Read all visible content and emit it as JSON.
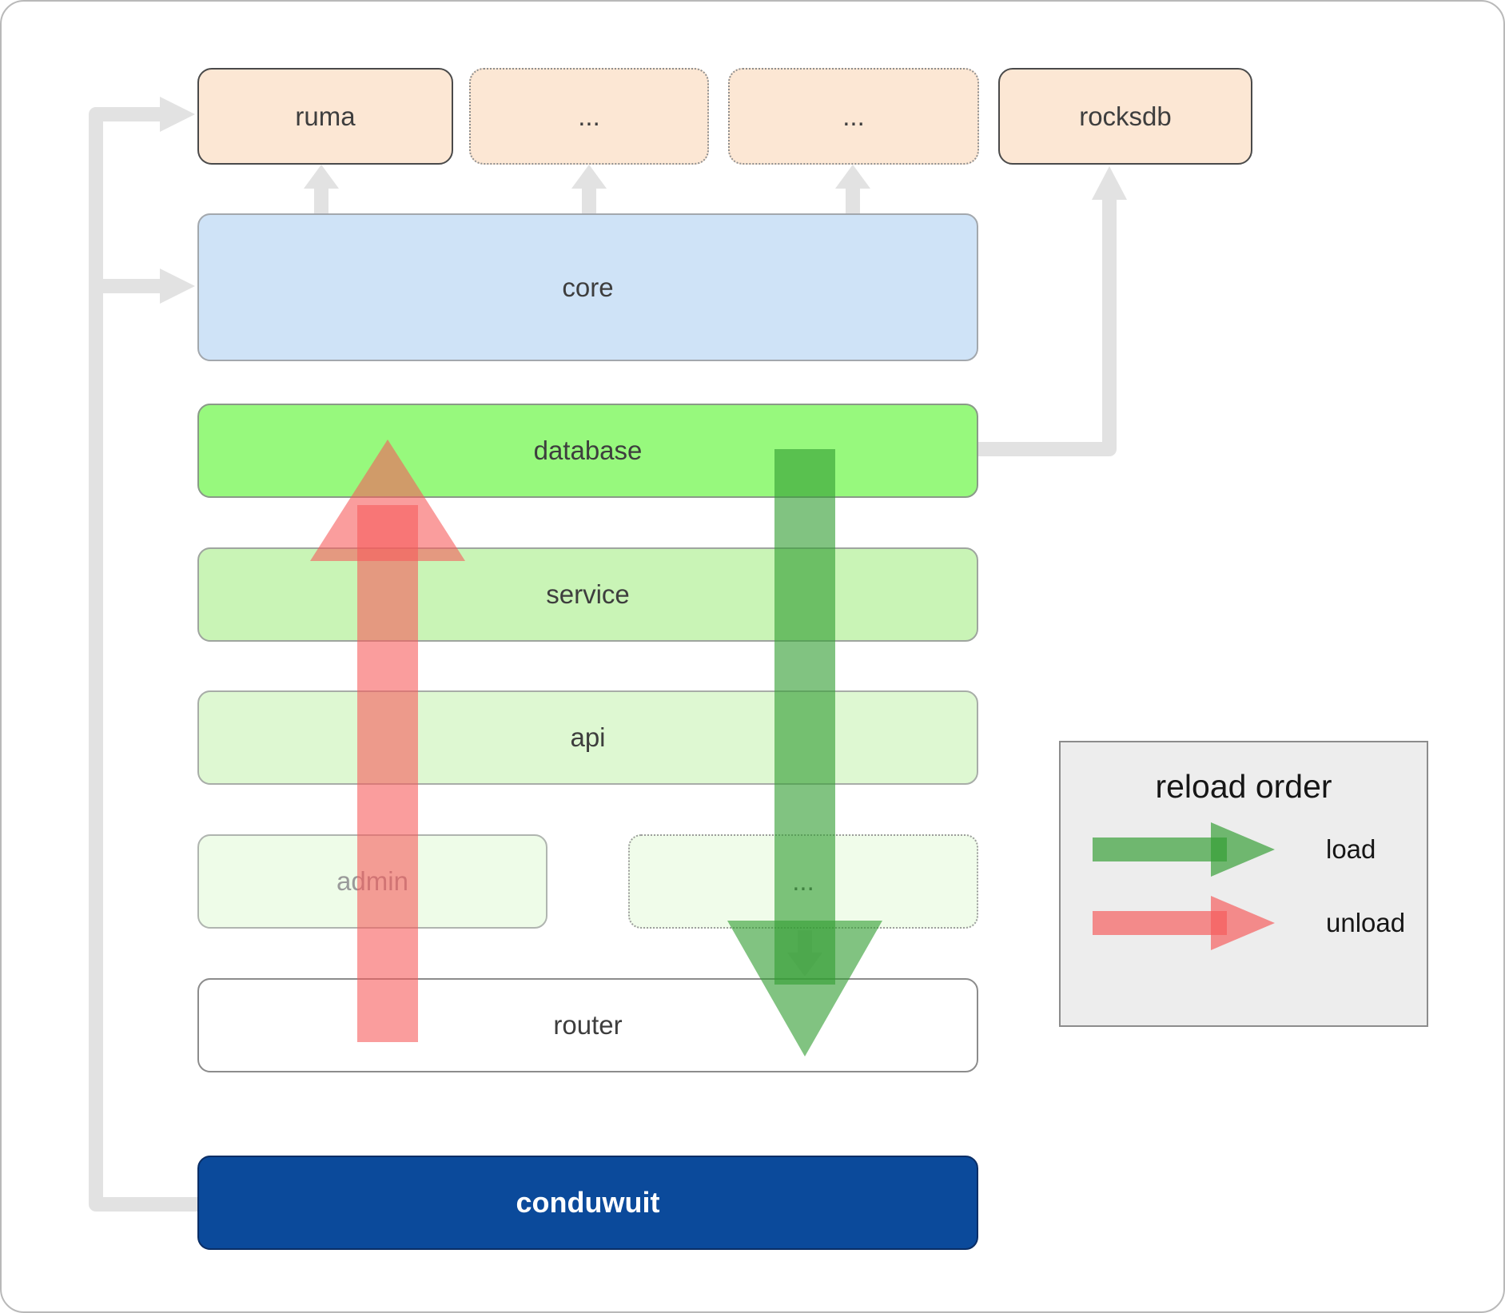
{
  "diagram": {
    "boxes": {
      "ruma": "ruma",
      "dep1": "...",
      "dep2": "...",
      "rocksdb": "rocksdb",
      "core": "core",
      "database": "database",
      "service": "service",
      "api": "api",
      "admin": "admin",
      "more_services": "...",
      "router": "router",
      "conduwuit": "conduwuit"
    },
    "legend": {
      "title": "reload order",
      "load_label": "load",
      "unload_label": "unload"
    },
    "colors": {
      "load_arrow": "#349e34",
      "unload_arrow": "#f65b5b",
      "connector_gray": "#e2e2e2",
      "dependency_box": "#fce7d4",
      "core_box": "#cfe3f7",
      "database_box": "#97f97d",
      "service_box": "#c9f4b6",
      "api_box": "#def8d2",
      "admin_box": "#eefce8",
      "router_box": "#ffffff",
      "conduwuit_box": "#0b4a9b"
    }
  }
}
